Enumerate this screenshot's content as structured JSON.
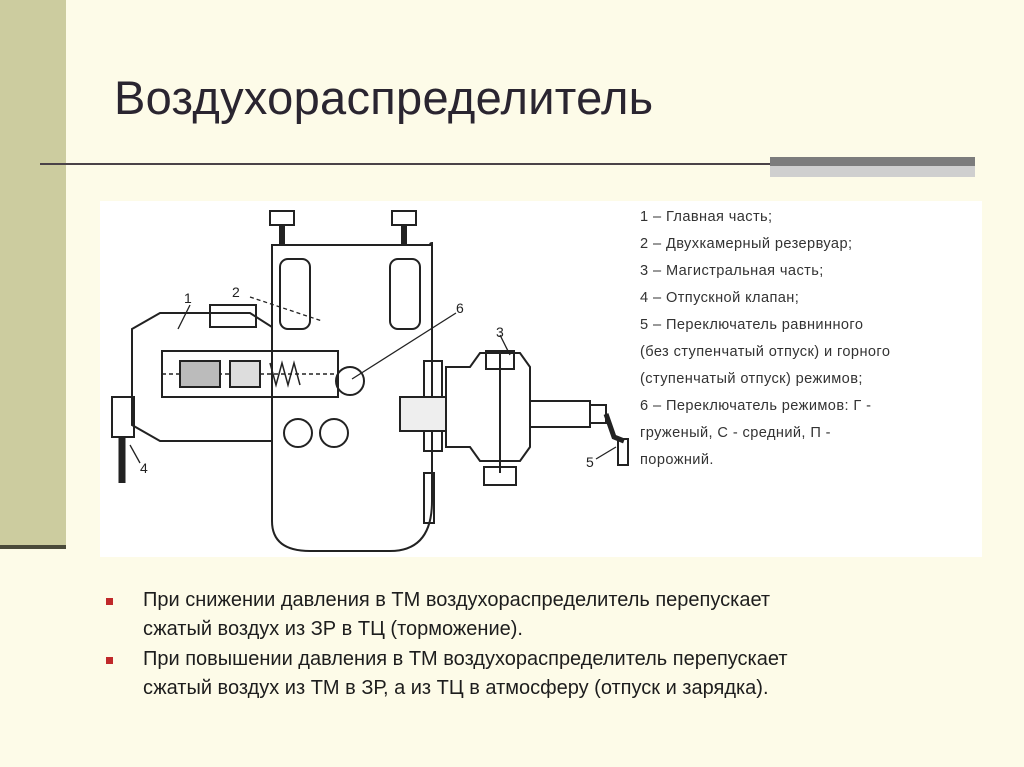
{
  "slide": {
    "title": "Воздухораспределитель",
    "accent_color": "#cccc9f",
    "bullet_color": "#c0282a"
  },
  "figure": {
    "callouts": [
      "1",
      "2",
      "3",
      "4",
      "5",
      "6"
    ],
    "legend": [
      "1 – Главная часть;",
      "2 – Двухкамерный резервуар;",
      "3 – Магистральная часть;",
      "4 – Отпускной клапан;",
      "5 – Переключатель равнинного",
      "(без ступенчатый отпуск) и горного",
      "(ступенчатый отпуск) режимов;",
      "6 – Переключатель режимов: Г -",
      "груженый, С - средний, П -",
      "порожний."
    ]
  },
  "bullets": [
    {
      "line1": "При снижении давления в ТМ воздухораспределитель перепускает",
      "line2": "сжатый воздух из ЗР в ТЦ (торможение)."
    },
    {
      "line1": "При повышении давления в ТМ воздухораспределитель перепускает",
      "line2": "сжатый воздух из ТМ в ЗР, а из ТЦ в атмосферу (отпуск и зарядка)."
    }
  ]
}
